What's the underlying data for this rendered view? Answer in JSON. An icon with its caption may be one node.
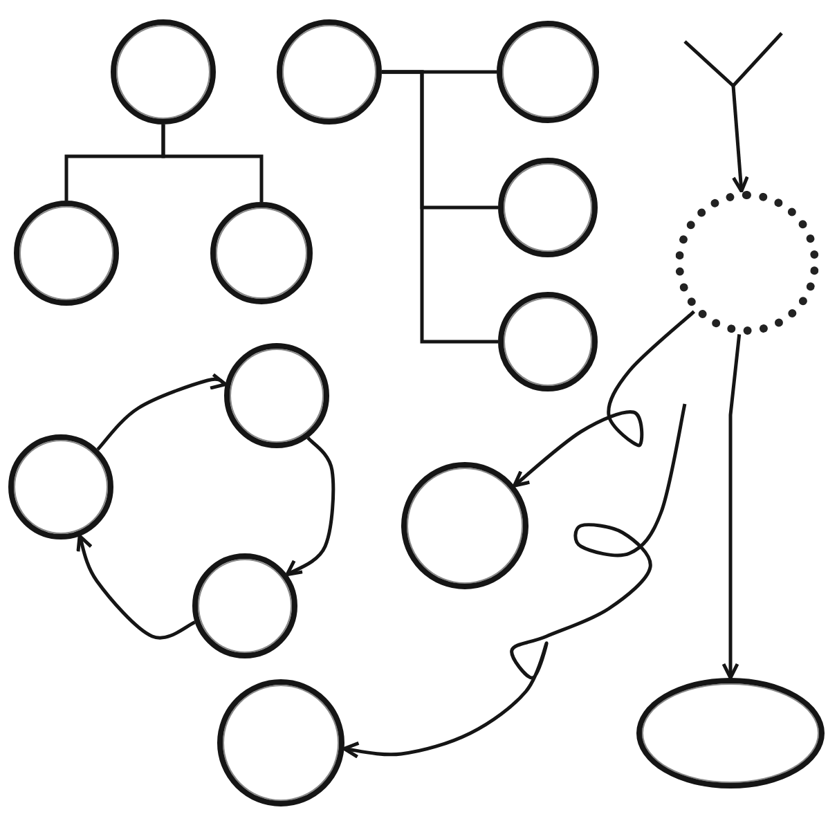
{
  "diagram": {
    "nodes": [
      {
        "text": [],
        "shape": "circle"
      },
      {
        "text": [],
        "shape": "circle"
      },
      {
        "text": [],
        "shape": "circle"
      },
      {
        "text": [],
        "shape": "circle"
      },
      {
        "text": [],
        "shape": "circle"
      },
      {
        "text": [],
        "shape": "circle"
      },
      {
        "text": [],
        "shape": "circle"
      },
      {
        "text": [],
        "shape": "circle"
      },
      {
        "text": [],
        "shape": "circle"
      },
      {
        "text": [],
        "shape": "circle"
      },
      {
        "text": [],
        "shape": "circle"
      },
      {
        "text": [],
        "shape": "circle"
      },
      {
        "text": [],
        "shape": "circle"
      },
      {
        "text": [],
        "shape": "ellipse"
      }
    ],
    "edges": [
      {
        "from": 0,
        "to": 1,
        "arrow": "none"
      },
      {
        "from": 0,
        "to": 2,
        "arrow": "none"
      },
      {
        "from": 3,
        "to": 4,
        "arrow": "none"
      },
      {
        "from": 3,
        "to": 5,
        "arrow": "none"
      },
      {
        "from": 3,
        "to": 6,
        "arrow": "none"
      },
      {
        "from": null,
        "to": 7,
        "arrow": "to"
      },
      {
        "from": 7,
        "to": 11,
        "arrow": "to"
      },
      {
        "from": 7,
        "to": 13,
        "arrow": "to"
      },
      {
        "from": null,
        "to": 12,
        "arrow": "to"
      },
      {
        "from": 8,
        "to": 9,
        "arrow": "to"
      },
      {
        "from": 9,
        "to": 10,
        "arrow": "to"
      },
      {
        "from": 10,
        "to": 8,
        "arrow": "to"
      }
    ]
  }
}
